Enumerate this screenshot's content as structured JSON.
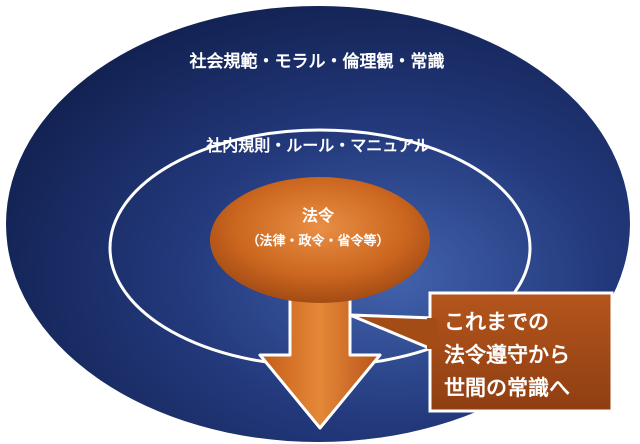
{
  "diagram": {
    "outer_label": "社会規範・モラル・倫理観・常識",
    "middle_label": "社内規則・ルール・マニュアル",
    "inner_title": "法令",
    "inner_subtitle": "（法律・政令・省令等）",
    "callout_lines": [
      "これまでの",
      "法令遵守から",
      "世間の常識へ"
    ]
  },
  "colors": {
    "outer_dark": "#0f1f4d",
    "outer_mid": "#1f3577",
    "outer_light": "#3a5aa3",
    "ring_stroke": "#ffffff",
    "orange_light": "#e8883a",
    "orange_mid": "#c7621c",
    "orange_dark": "#8c3d10",
    "callout_border": "#ffffff"
  }
}
